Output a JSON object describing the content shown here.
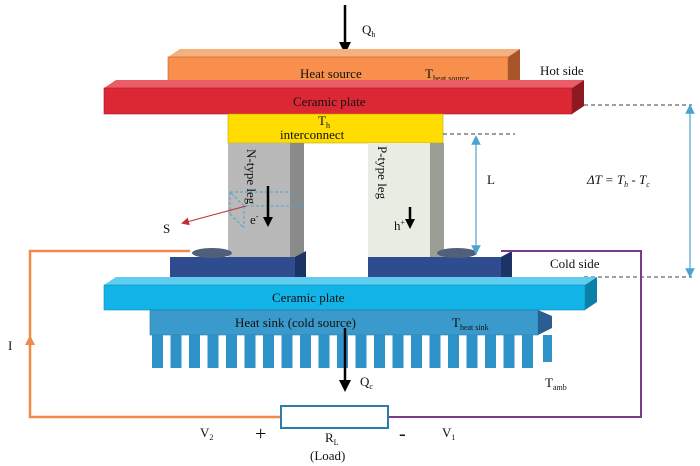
{
  "labels": {
    "qh": "Q",
    "qh_sub": "h",
    "heat_source": "Heat source",
    "t_heat_source": "T",
    "t_heat_source_sub": "heat source",
    "hot_side": "Hot side",
    "ceramic_top": "Ceramic plate",
    "th": "T",
    "th_sub": "h",
    "interconnect": "interconnect",
    "n_leg": "N-type leg",
    "p_leg": "P-type leg",
    "electron": "e",
    "electron_sup": "-",
    "hole": "h",
    "hole_sup": "+",
    "s": "S",
    "l": "L",
    "dt": "ΔT = T",
    "dt_sub1": "h",
    "dt_mid": " - T",
    "dt_sub2": "c",
    "cold_side": "Cold side",
    "ceramic_bottom": "Ceramic plate",
    "heat_sink": "Heat sink (cold source)",
    "t_heat_sink": "T",
    "t_heat_sink_sub": "heat sink",
    "current": "I",
    "qc": "Q",
    "qc_sub": "c",
    "t_amb": "T",
    "t_amb_sub": "amb",
    "v2": "V",
    "v2_sub": "2",
    "plus": "+",
    "rl": "R",
    "rl_sub": "L",
    "load": "(Load)",
    "minus": "-",
    "v1": "V",
    "v1_sub": "1"
  },
  "colors": {
    "heat_source": "#F98F4C",
    "ceramic_top": "#DC2735",
    "interconnect": "#FFDD00",
    "n_leg": "#B9B9B9",
    "p_leg": "#E8ECE2",
    "electrode": "#2E4C8E",
    "ceramic_bottom": "#12B3E6",
    "heat_sink": "#3A9ACB",
    "fin": "#2E93C8",
    "wire_left": "#F08A4B",
    "wire_right": "#7B3B8C",
    "dimension": "#4BA3D3"
  }
}
